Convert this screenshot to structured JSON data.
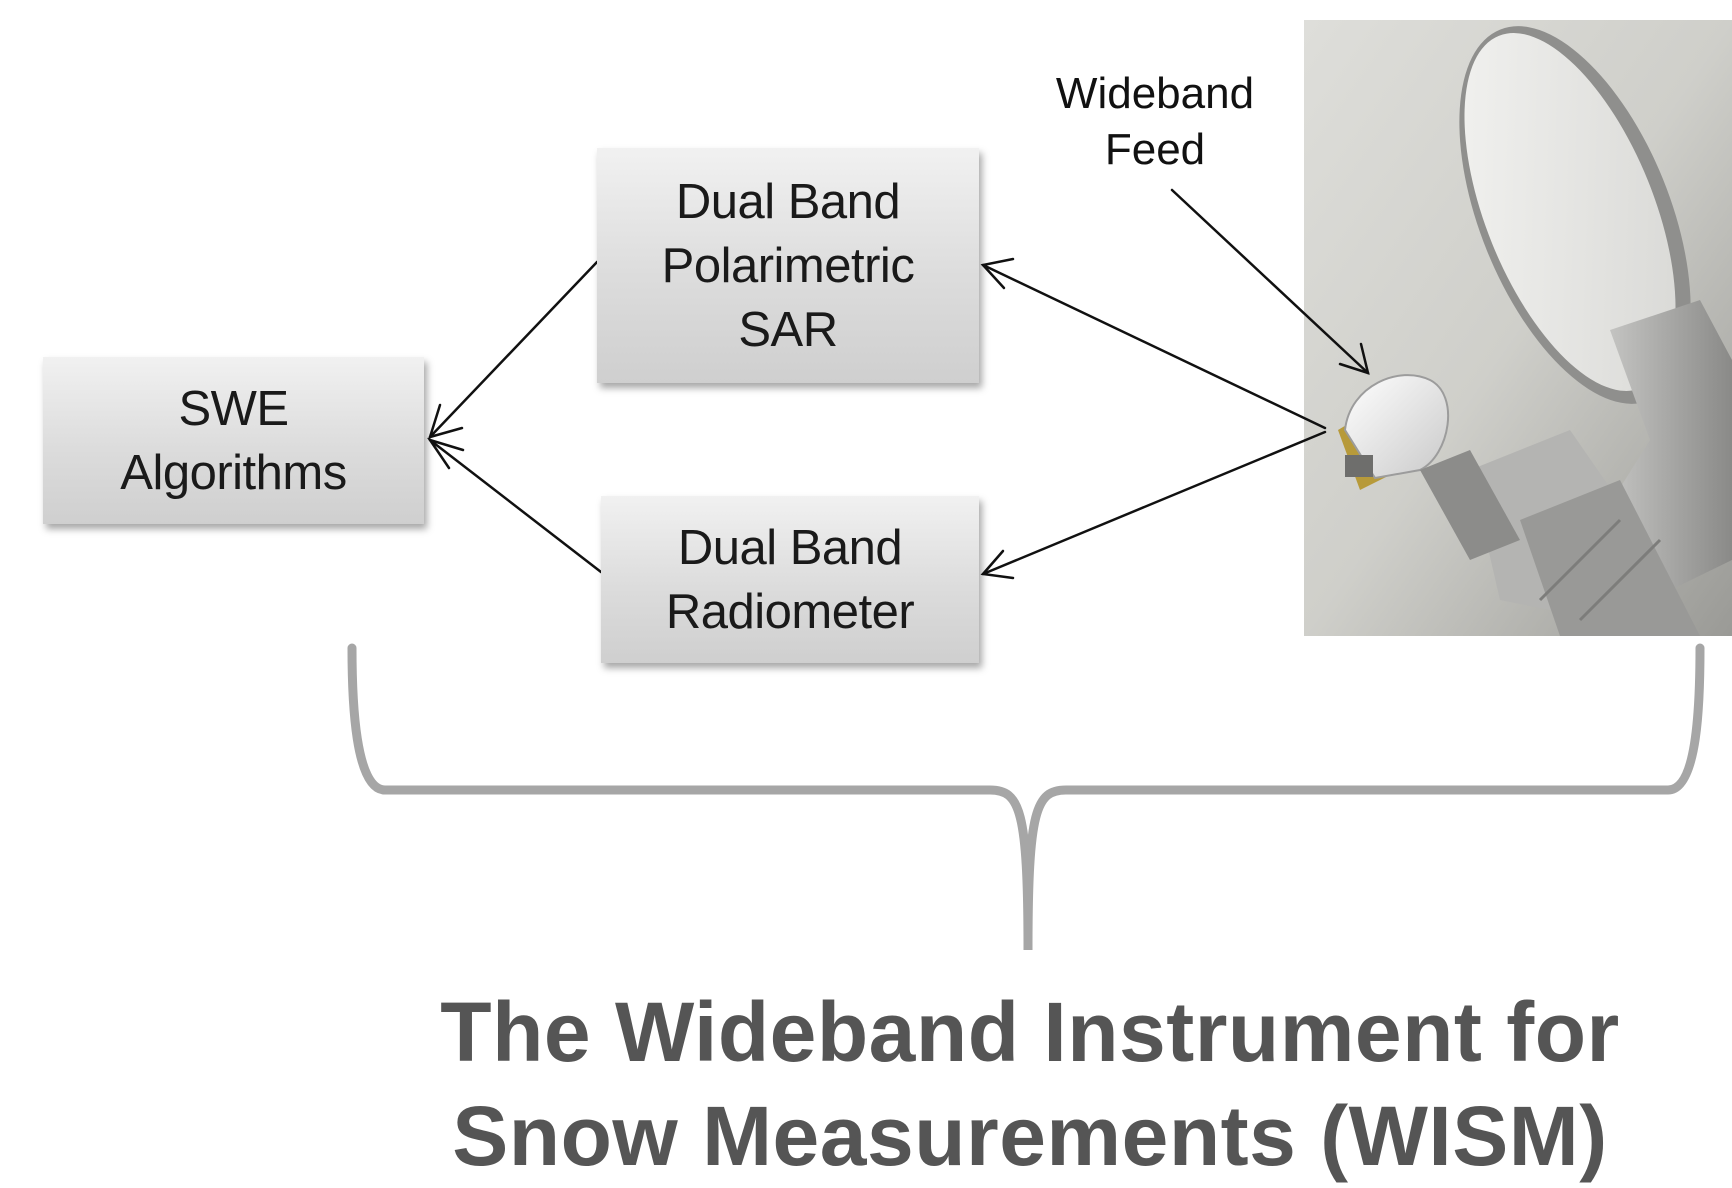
{
  "diagram": {
    "boxes": {
      "swe": "SWE\nAlgorithms",
      "sar": "Dual Band\nPolarimetric\nSAR",
      "radiometer": "Dual Band\nRadiometer"
    },
    "feed_label": "Wideband\nFeed",
    "caption": "The Wideband Instrument for\nSnow Measurements (WISM)"
  },
  "colors": {
    "box_text": "#1a1a1a",
    "caption": "#555555",
    "brace": "#a6a6a6",
    "arrow": "#111111"
  },
  "photo": {
    "subject": "wideband feed and reflector antenna instrument photo"
  }
}
